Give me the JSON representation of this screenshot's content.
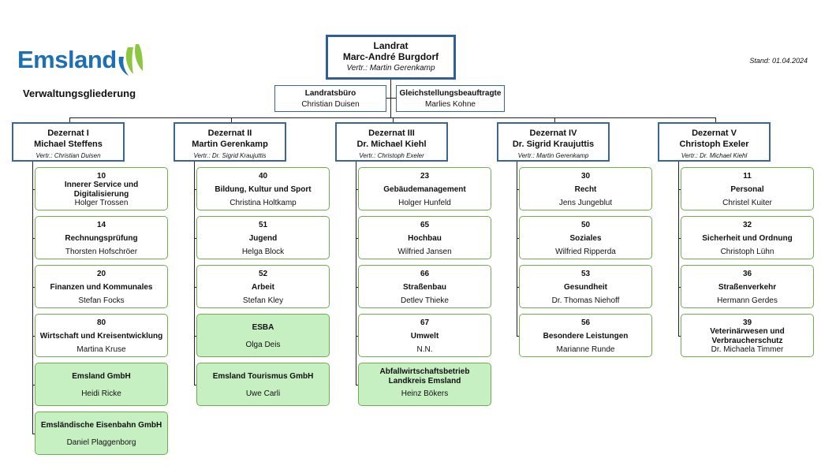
{
  "brand": {
    "logo_text": "Emsland",
    "subtitle": "Verwaltungsgliederung",
    "stand": "Stand: 01.04.2024",
    "colors": {
      "logo_blue": "#1f6fb5",
      "logo_green": "#8dc63f",
      "box_border": "#3a6597",
      "unit_border": "#6fae4d",
      "company_fill": "#c6efc2"
    }
  },
  "landrat": {
    "title": "Landrat",
    "name": "Marc-André Burgdorf",
    "vertr": "Vertr.:  Martin Gerenkamp"
  },
  "staff": [
    {
      "title": "Landratsbüro",
      "name": "Christian Duisen"
    },
    {
      "title": "Gleichstellungsbeauftragte",
      "name": "Marlies Kohne"
    }
  ],
  "dezernate": [
    {
      "title": "Dezernat I",
      "head": "Michael Steffens",
      "vertr": "Vertr.:  Christian Duisen",
      "units": [
        {
          "num": "10",
          "name": "Innerer Service und Digitalisierung",
          "head": "Holger Trossen",
          "company": false
        },
        {
          "num": "14",
          "name": "Rechnungsprüfung",
          "head": "Thorsten Hofschröer",
          "company": false
        },
        {
          "num": "20",
          "name": "Finanzen und Kommunales",
          "head": "Stefan Focks",
          "company": false
        },
        {
          "num": "80",
          "name": "Wirtschaft und Kreisentwicklung",
          "head": "Martina Kruse",
          "company": false
        },
        {
          "num": "",
          "name": "Emsland GmbH",
          "head": "Heidi Ricke",
          "company": true
        },
        {
          "num": "",
          "name": "Emsländische Eisenbahn GmbH",
          "head": "Daniel Plaggenborg",
          "company": true
        }
      ]
    },
    {
      "title": "Dezernat II",
      "head": "Martin Gerenkamp",
      "vertr": "Vertr.:  Dr. Sigrid Kraujuttis",
      "units": [
        {
          "num": "40",
          "name": "Bildung, Kultur und Sport",
          "head": "Christina Holtkamp",
          "company": false
        },
        {
          "num": "51",
          "name": "Jugend",
          "head": "Helga Block",
          "company": false
        },
        {
          "num": "52",
          "name": "Arbeit",
          "head": "Stefan Kley",
          "company": false
        },
        {
          "num": "",
          "name": "ESBA",
          "head": "Olga Deis",
          "company": true
        },
        {
          "num": "",
          "name": "Emsland Tourismus GmbH",
          "head": "Uwe Carli",
          "company": true
        }
      ]
    },
    {
      "title": "Dezernat III",
      "head": "Dr. Michael Kiehl",
      "vertr": "Vertr.:  Christoph Exeler",
      "units": [
        {
          "num": "23",
          "name": "Gebäudemanagement",
          "head": "Holger Hunfeld",
          "company": false
        },
        {
          "num": "65",
          "name": "Hochbau",
          "head": "Wilfried Jansen",
          "company": false
        },
        {
          "num": "66",
          "name": "Straßenbau",
          "head": "Detlev Thieke",
          "company": false
        },
        {
          "num": "67",
          "name": "Umwelt",
          "head": "N.N.",
          "company": false
        },
        {
          "num": "",
          "name": "Abfallwirtschaftsbetrieb Landkreis Emsland",
          "head": "Heinz Bökers",
          "company": true
        }
      ]
    },
    {
      "title": "Dezernat IV",
      "head": "Dr. Sigrid Kraujuttis",
      "vertr": "Vertr.:  Martin Gerenkamp",
      "units": [
        {
          "num": "30",
          "name": "Recht",
          "head": "Jens Jungeblut",
          "company": false
        },
        {
          "num": "50",
          "name": "Soziales",
          "head": "Wilfried Ripperda",
          "company": false
        },
        {
          "num": "53",
          "name": "Gesundheit",
          "head": "Dr. Thomas Niehoff",
          "company": false
        },
        {
          "num": "56",
          "name": "Besondere Leistungen",
          "head": "Marianne Runde",
          "company": false
        }
      ]
    },
    {
      "title": "Dezernat V",
      "head": "Christoph Exeler",
      "vertr": "Vertr.:  Dr. Michael Kiehl",
      "units": [
        {
          "num": "11",
          "name": "Personal",
          "head": "Christel Kuiter",
          "company": false
        },
        {
          "num": "32",
          "name": "Sicherheit und Ordnung",
          "head": "Christoph Lühn",
          "company": false
        },
        {
          "num": "36",
          "name": "Straßenverkehr",
          "head": "Hermann Gerdes",
          "company": false
        },
        {
          "num": "39",
          "name": "Veterinärwesen und Verbraucherschutz",
          "head": "Dr. Michaela Timmer",
          "company": false
        }
      ]
    }
  ]
}
